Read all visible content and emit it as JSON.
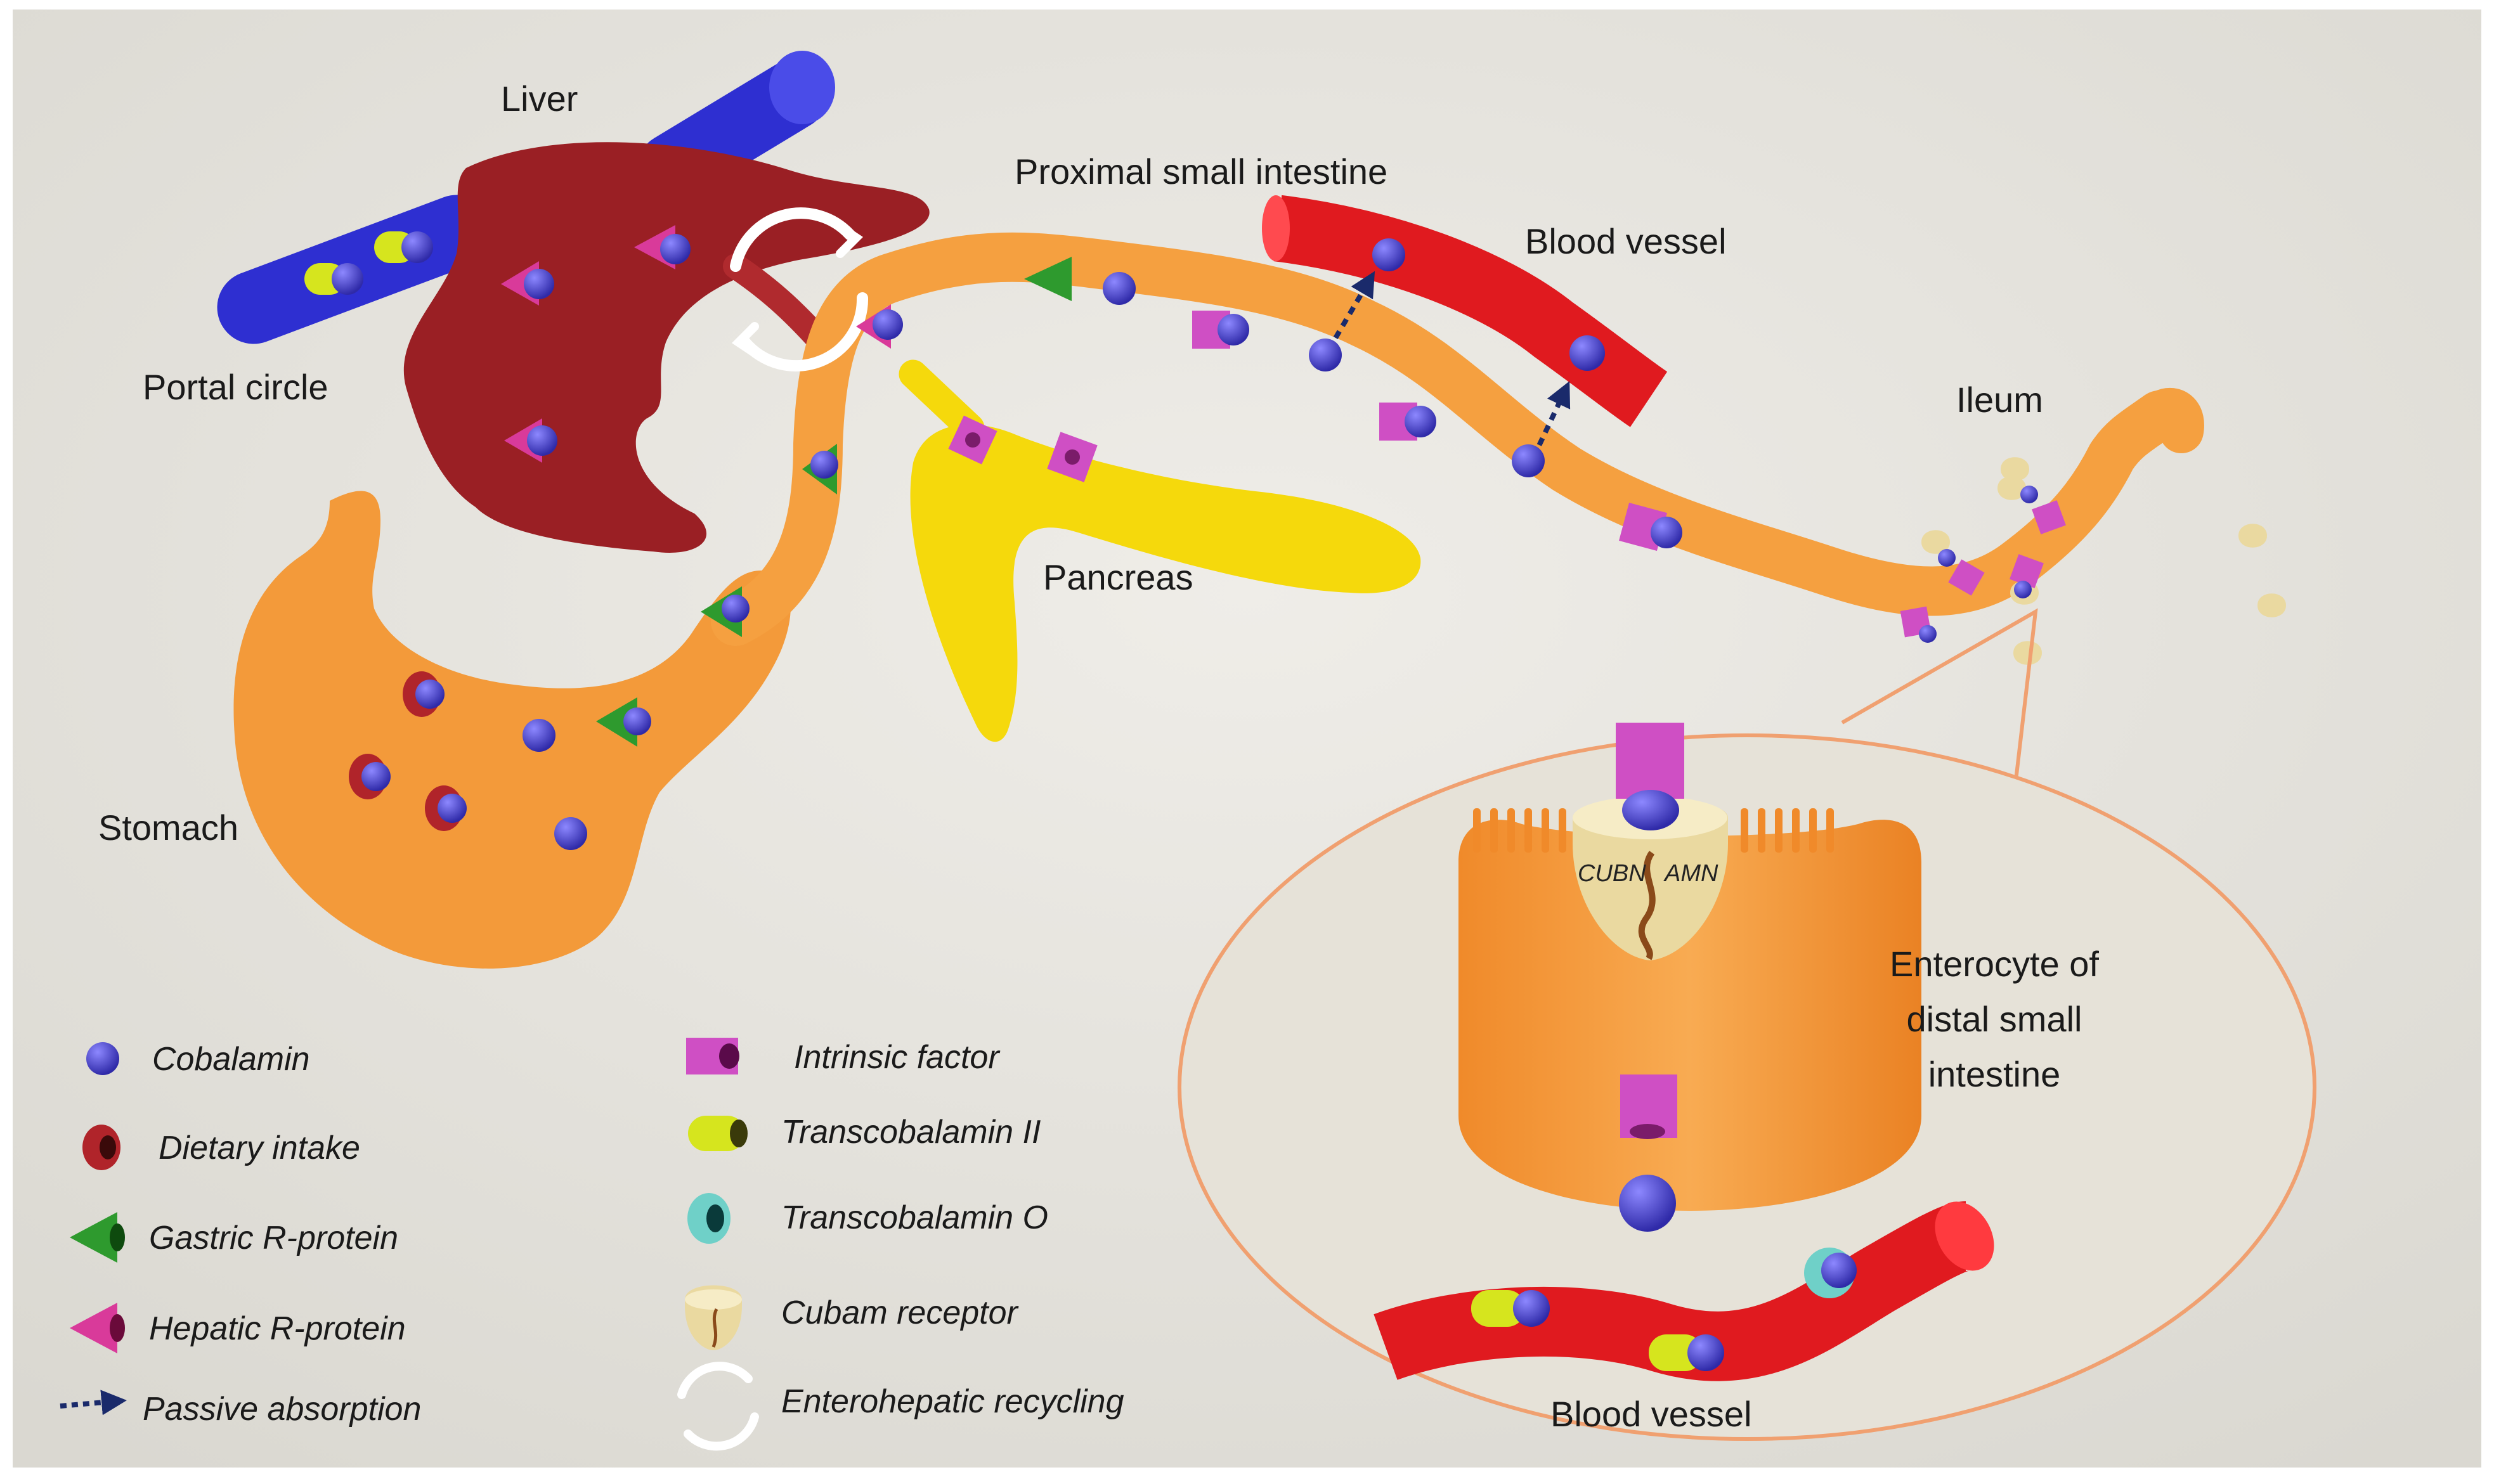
{
  "colors": {
    "background": "#e8e6e0",
    "stomach": "#f39a3a",
    "intestine": "#f5a040",
    "liver": "#9a1f24",
    "portal_vein": "#2e2fd1",
    "pancreas": "#f5d90c",
    "blood_vessel": "#e01a1f",
    "cobalamin": "#4b45cc",
    "dietary": "#b0242a",
    "gastric_r": "#2e9a2e",
    "hepatic_r": "#d93a9a",
    "intrinsic_factor": "#cf4fc4",
    "tc2": "#d6e51e",
    "tco": "#6fd0c8",
    "cubam": "#ead9a0",
    "passive": "#1a2a6b"
  },
  "labels": {
    "liver": "Liver",
    "portal": "Portal circle",
    "stomach": "Stomach",
    "proximal": "Proximal small intestine",
    "blood_vessel_top": "Blood vessel",
    "ileum": "Ileum",
    "pancreas": "Pancreas",
    "enterocyte": [
      "Enterocyte of",
      "distal small",
      "intestine"
    ],
    "blood_vessel_bottom": "Blood vessel",
    "cubn": "CUBN",
    "amn": "AMN"
  },
  "legend": {
    "cobalamin": "Cobalamin",
    "dietary": "Dietary intake",
    "gastric": "Gastric R-protein",
    "hepatic": "Hepatic R-protein",
    "passive": "Passive absorption",
    "intrinsic": "Intrinsic factor",
    "tc2": "Transcobalamin II",
    "tco": "Transcobalamin O",
    "cubam": "Cubam receptor",
    "recycling": "Enterohepatic recycling"
  }
}
